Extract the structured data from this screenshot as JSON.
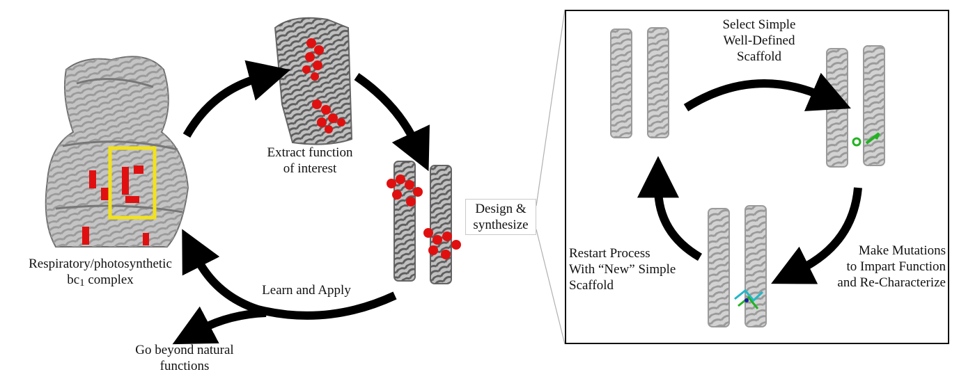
{
  "labels": {
    "complex_line1": "Respiratory/photosynthetic",
    "complex_line2_prefix": "bc",
    "complex_line2_sub": "1",
    "complex_line2_suffix": " complex",
    "extract_line1": "Extract function",
    "extract_line2": "of interest",
    "design_line1": "Design &",
    "design_line2": "synthesize",
    "learn_apply": "Learn and Apply",
    "beyond_line1": "Go beyond natural",
    "beyond_line2": "functions",
    "select_line1": "Select Simple",
    "select_line2": "Well-Defined",
    "select_line3": "Scaffold",
    "mutate_line1": "Make Mutations",
    "mutate_line2": "to Impart Function",
    "mutate_line3": "and Re-Characterize",
    "restart_line1": "Restart Process",
    "restart_line2": "With “New” Simple",
    "restart_line3": "Scaffold"
  },
  "colors": {
    "arrow": "#000000",
    "protein": "#7d7d7d",
    "protein_light": "#b9b9b9",
    "cofactor": "#e01010",
    "highlight_box": "#f2e21a",
    "ligand_green": "#22b322",
    "ligand_cyan": "#20b8c8",
    "inset_border": "#111111",
    "connector": "#b0b0b0"
  },
  "icons": [
    "bc1-complex-structure",
    "extracted-helix-bundle",
    "designed-helix-pair",
    "scaffold-helix-pair",
    "mutated-helix-pair",
    "functional-helix-pair"
  ]
}
